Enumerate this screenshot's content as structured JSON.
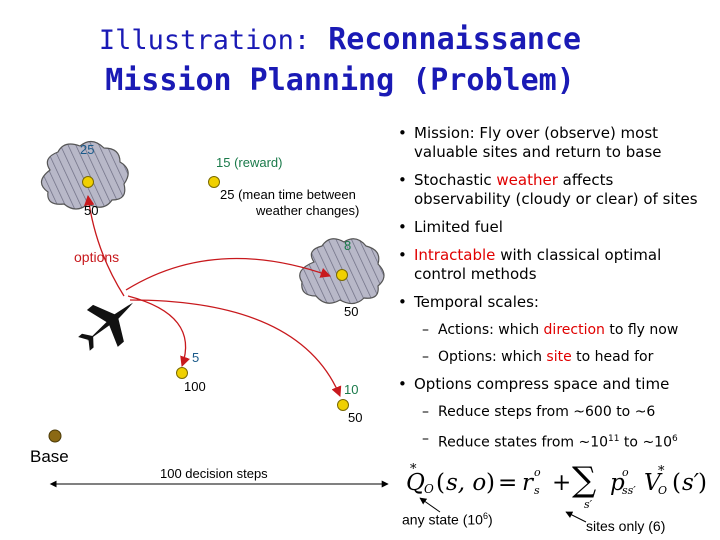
{
  "title": {
    "prefix": "Illustration:",
    "line1": "Reconnaissance",
    "line2": "Mission Planning (Problem)"
  },
  "diagram": {
    "site_labels": {
      "cloud1_top": "25",
      "cloud1_bottom": "50",
      "reward_site": "15 (reward)",
      "mean_time": [
        "25 (mean time between",
        "weather changes)"
      ],
      "cloud2_top": "8",
      "cloud2_bottom": "50",
      "site5": "5",
      "site100": "100",
      "site10": "10",
      "site10_bottom": "50"
    },
    "options_label": "options",
    "base_label": "Base",
    "decision_steps": "100 decision steps"
  },
  "bullets": [
    {
      "type": "main",
      "lines": [
        "Mission: Fly over (observe) most",
        "valuable sites and return to base"
      ]
    },
    {
      "type": "main",
      "parts": [
        "Stochastic ",
        "weather",
        " affects"
      ],
      "line2": "observability (cloudy or clear) of sites"
    },
    {
      "type": "main",
      "text": "Limited fuel"
    },
    {
      "type": "main",
      "parts": [
        "Intractable",
        " with classical optimal"
      ],
      "line2": "control methods"
    },
    {
      "type": "main",
      "text": "Temporal scales:"
    },
    {
      "type": "sub",
      "parts": [
        "Actions: which ",
        "direction",
        " to fly now"
      ]
    },
    {
      "type": "sub",
      "parts": [
        "Options: which ",
        "site",
        " to head for"
      ]
    },
    {
      "type": "main",
      "text": "Options compress space and time"
    },
    {
      "type": "sub",
      "text": "Reduce steps from ~600 to ~6"
    },
    {
      "type": "sub",
      "parts": [
        "Reduce states from ~10",
        "11",
        " to ~10",
        "6"
      ]
    }
  ],
  "equation": {
    "lhs": "Q",
    "eq": "=",
    "r": "r",
    "plus": "+",
    "sum": "∑",
    "p": "p",
    "v": "V",
    "annotation_left": [
      "any state (10",
      "6",
      ")"
    ],
    "annotation_right": "sites only (6)"
  },
  "colors": {
    "title": "#1a1ab5",
    "highlight": "#e00000",
    "arrow": "#c8191d",
    "cloud": "#b8b8c8",
    "site": "#f0d000",
    "base": "#8b6914"
  }
}
